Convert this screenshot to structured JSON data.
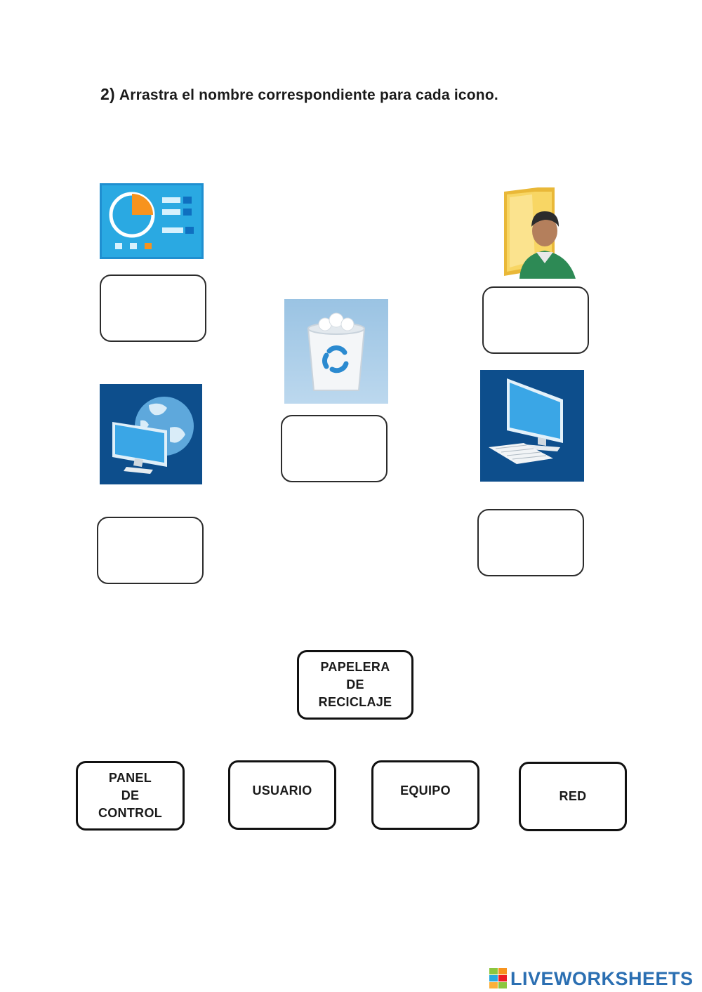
{
  "instruction": {
    "number": "2)",
    "text": "Arrastra el nombre correspondiente para cada icono."
  },
  "icons": [
    {
      "name": "control-panel-icon"
    },
    {
      "name": "user-folder-icon"
    },
    {
      "name": "recycle-bin-icon"
    },
    {
      "name": "network-icon"
    },
    {
      "name": "computer-icon"
    }
  ],
  "word_bank": {
    "papelera": [
      "PAPELERA",
      "DE",
      "RECICLAJE"
    ],
    "panel": [
      "PANEL",
      "DE",
      "CONTROL"
    ],
    "usuario": "USUARIO",
    "equipo": "EQUIPO",
    "red": "RED"
  },
  "footer": {
    "brand": "LIVEWORKSHEETS"
  },
  "colors": {
    "control_panel_bg": "#29a8e0",
    "control_panel_orange": "#f7931e",
    "dark_blue_tile": "#0d4e8c",
    "folder_yellow": "#f5c842",
    "recycle_bg": "#a9cce8",
    "brand_blue": "#2b6fb2"
  }
}
